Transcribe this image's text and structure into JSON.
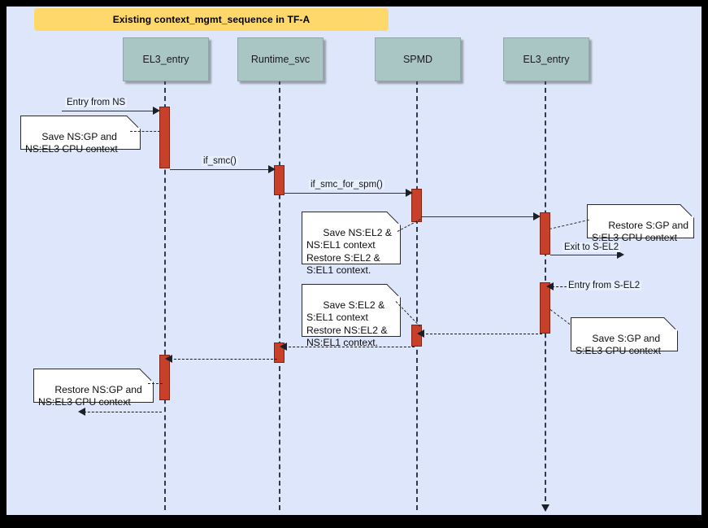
{
  "diagram": {
    "title": "Existing context_mgmt_sequence in TF-A",
    "type": "uml-sequence-diagram",
    "colors": {
      "frame": "#000000",
      "canvas": "#dde6fb",
      "title_banner": "#ffd86b",
      "participant_box": "#a9c6c5",
      "activation_bar": "#c8402a",
      "note_background": "#ffffff",
      "lifeline": "#2f3a4a"
    }
  },
  "participants": [
    {
      "id": "el3_entry_left",
      "label": "EL3_entry"
    },
    {
      "id": "runtime_svc",
      "label": "Runtime_svc"
    },
    {
      "id": "spmd",
      "label": "SPMD"
    },
    {
      "id": "el3_entry_right",
      "label": "EL3_entry"
    }
  ],
  "messages": [
    {
      "id": "m1",
      "label": "Entry from NS",
      "from": "external-left",
      "to": "el3_entry_left",
      "style": "solid"
    },
    {
      "id": "m2",
      "label": "if_smc()",
      "from": "el3_entry_left",
      "to": "runtime_svc",
      "style": "solid"
    },
    {
      "id": "m3",
      "label": "if_smc_for_spm()",
      "from": "runtime_svc",
      "to": "spmd",
      "style": "solid"
    },
    {
      "id": "m4",
      "label": "",
      "from": "spmd",
      "to": "el3_entry_right",
      "style": "solid"
    },
    {
      "id": "m5",
      "label": "Exit to S-EL2",
      "from": "el3_entry_right",
      "to": "external-right",
      "style": "solid"
    },
    {
      "id": "m6",
      "label": "Entry from S-EL2",
      "from": "external-right",
      "to": "el3_entry_right",
      "style": "dashed"
    },
    {
      "id": "m7",
      "label": "",
      "from": "el3_entry_right",
      "to": "spmd",
      "style": "dashed"
    },
    {
      "id": "m8",
      "label": "",
      "from": "spmd",
      "to": "runtime_svc",
      "style": "dashed"
    },
    {
      "id": "m9",
      "label": "",
      "from": "runtime_svc",
      "to": "el3_entry_left",
      "style": "dashed"
    },
    {
      "id": "m10",
      "label": "",
      "from": "el3_entry_left",
      "to": "external-left",
      "style": "dashed"
    }
  ],
  "notes": [
    {
      "id": "n1",
      "text": "Save NS:GP and\nNS:EL3 CPU context",
      "attached_to": "el3_entry_left"
    },
    {
      "id": "n2",
      "text": "Save NS:EL2 &\nNS:EL1 context\nRestore S:EL2 &\nS:EL1 context.",
      "attached_to": "spmd"
    },
    {
      "id": "n3",
      "text": "Restore S:GP and\nS:EL3 CPU context",
      "attached_to": "el3_entry_right"
    },
    {
      "id": "n4",
      "text": "Save S:EL2 &\nS:EL1 context\nRestore NS:EL2 &\nNS:EL1 context.",
      "attached_to": "spmd"
    },
    {
      "id": "n5",
      "text": "Save S:GP and\nS:EL3 CPU context",
      "attached_to": "el3_entry_right"
    },
    {
      "id": "n6",
      "text": "Restore NS:GP and\nNS:EL3 CPU context",
      "attached_to": "el3_entry_left"
    }
  ]
}
